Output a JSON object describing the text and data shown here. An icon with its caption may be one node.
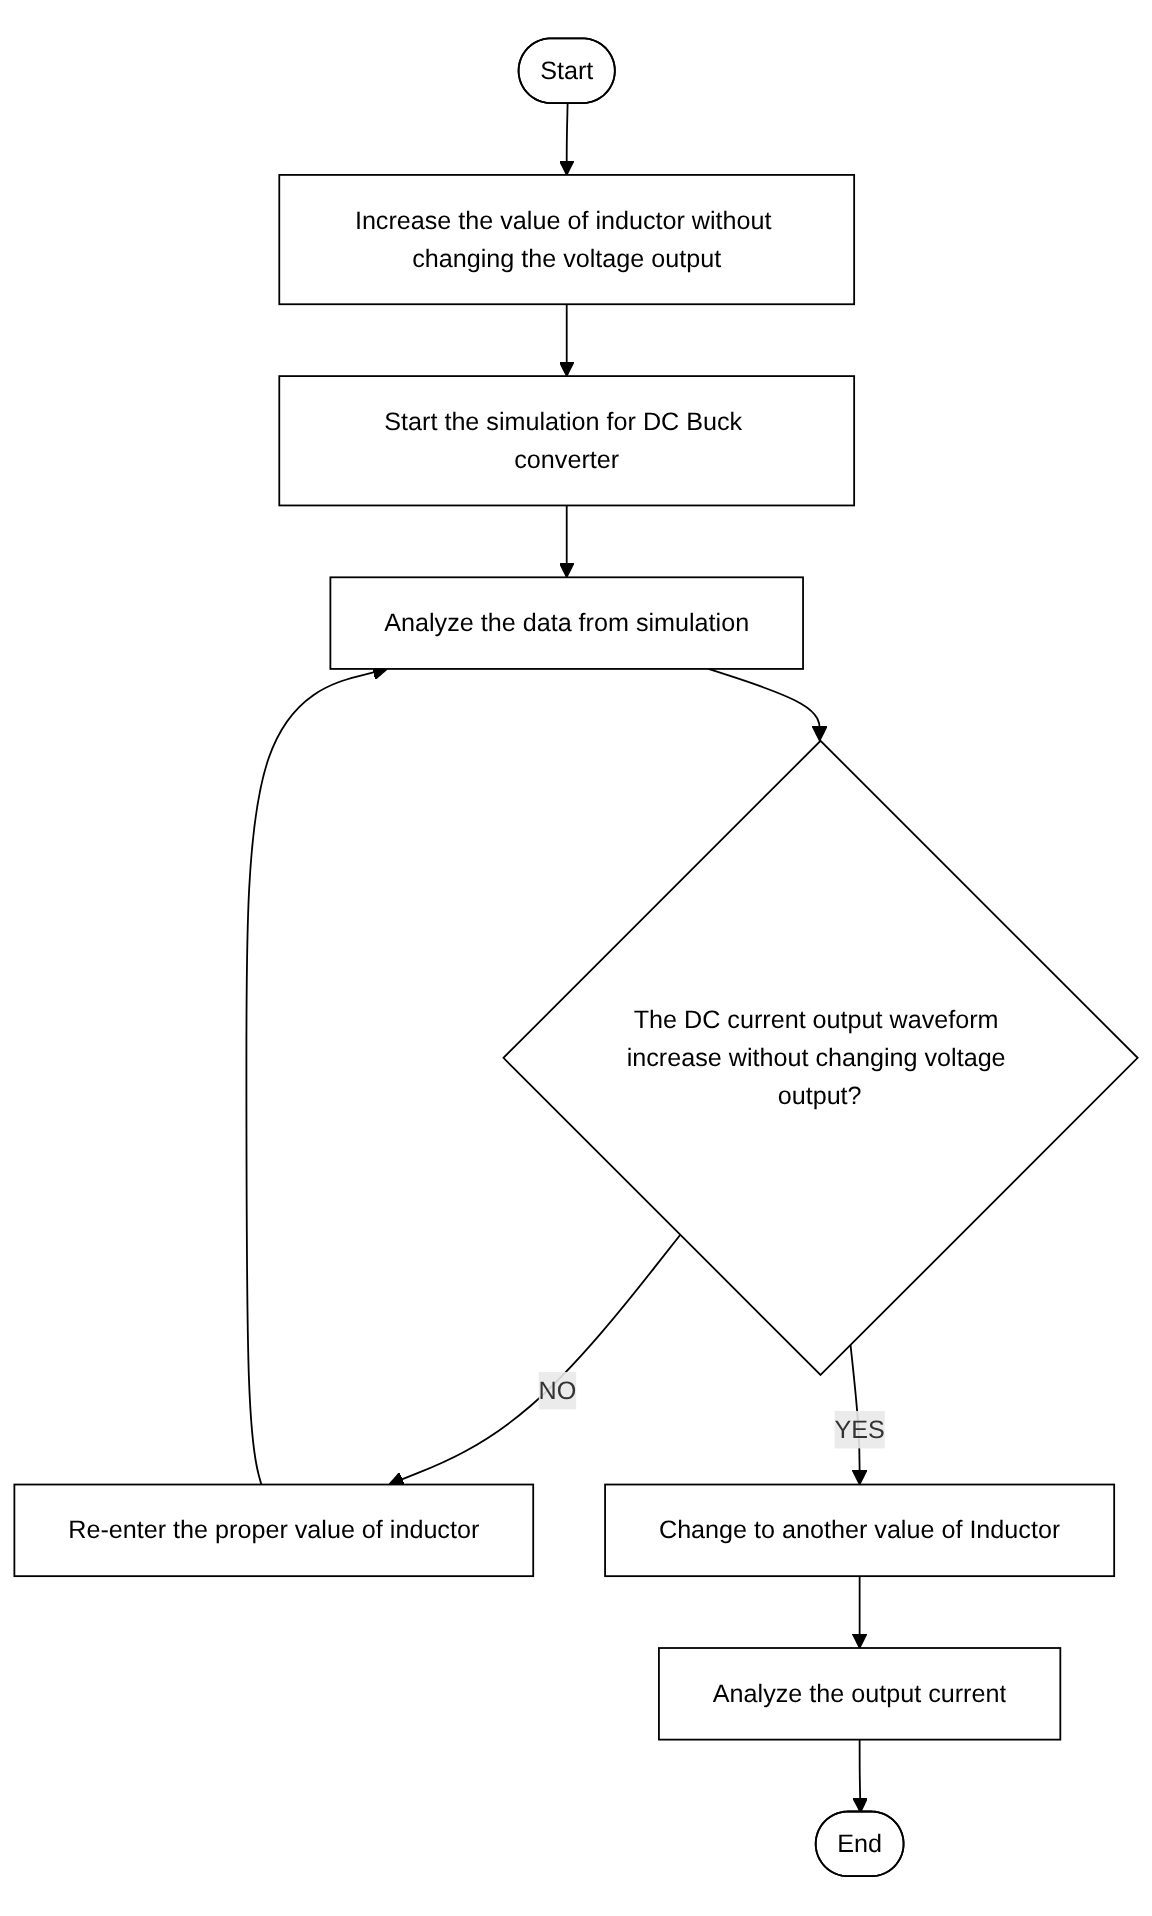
{
  "diagram": {
    "nodes": [
      {
        "text": [
          "Start"
        ]
      },
      {
        "text": [
          "Increase the value of inductor without changing the voltage output"
        ]
      },
      {
        "text": [
          "Start the simulation for DC Buck converter"
        ]
      },
      {
        "text": [
          "Analyze the data from simulation"
        ]
      },
      {
        "text": [
          "Re-enter the proper value of inductor"
        ]
      },
      {
        "text": [
          "The DC current output waveform increase without changing voltage output?"
        ]
      },
      {
        "text": [
          "Change to another value of Inductor"
        ]
      },
      {
        "text": [
          "Analyze the output current"
        ]
      },
      {
        "text": [
          "End"
        ]
      }
    ],
    "edges": [
      {
        "from": 0,
        "to": 1,
        "arrow": "to"
      },
      {
        "from": 1,
        "to": 2,
        "arrow": "to"
      },
      {
        "from": 2,
        "to": 3,
        "arrow": "to"
      },
      {
        "from": 3,
        "to": 5,
        "arrow": "to"
      },
      {
        "from": 5,
        "to": 4,
        "arrow": "to",
        "label": "NO"
      },
      {
        "from": 4,
        "to": 3,
        "arrow": "to"
      },
      {
        "from": 5,
        "to": 6,
        "arrow": "to",
        "label": "YES"
      },
      {
        "from": 6,
        "to": 7,
        "arrow": "to"
      },
      {
        "from": 7,
        "to": 8,
        "arrow": "to"
      }
    ]
  }
}
